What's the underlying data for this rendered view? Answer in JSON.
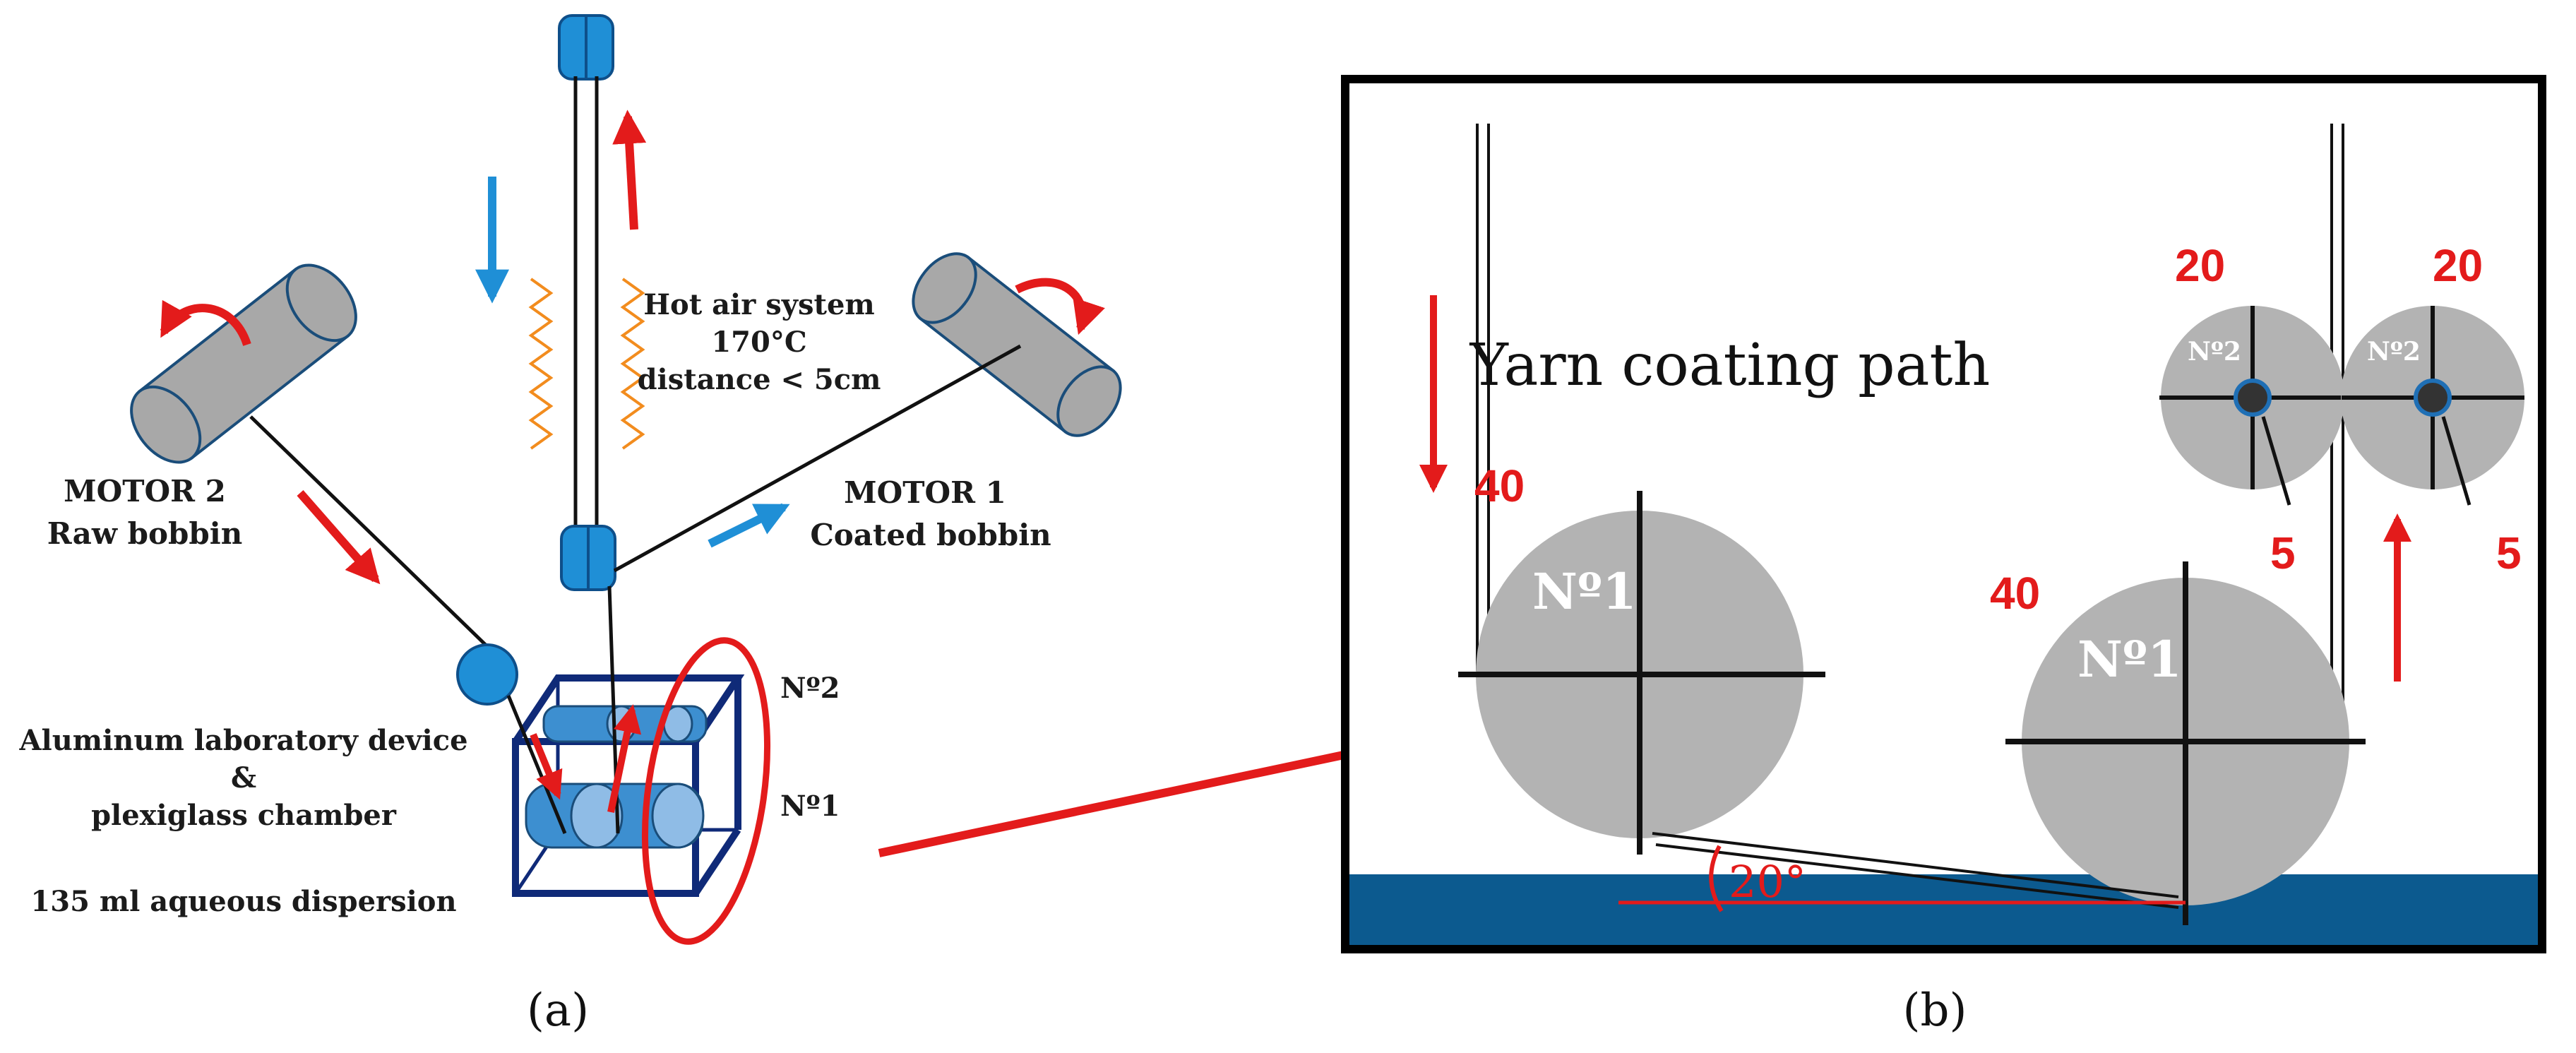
{
  "panel_a": {
    "caption": "(a)",
    "motor2": {
      "title": "MOTOR 2",
      "subtitle": "Raw bobbin"
    },
    "motor1": {
      "title": "MOTOR 1",
      "subtitle": "Coated bobbin"
    },
    "hot_air": {
      "line1": "Hot air system",
      "line2": "170°C",
      "line3": "distance < 5cm"
    },
    "device": {
      "line1": "Aluminum laboratory device",
      "line2": "&",
      "line3": "plexiglass chamber",
      "line4": "135 ml aqueous dispersion"
    },
    "roller_labels": {
      "no2": "Nº2",
      "no1": "Nº1"
    }
  },
  "panel_b": {
    "caption": "(b)",
    "title": "Yarn coating path",
    "left_roller": {
      "size": "40",
      "label": "Nº1"
    },
    "right_roller": {
      "size": "40",
      "label": "Nº1"
    },
    "small_roller_left": {
      "size": "20",
      "label": "Nº2",
      "hub": "5"
    },
    "small_roller_right": {
      "size": "20",
      "label": "Nº2",
      "hub": "5"
    },
    "angle": "20°"
  },
  "colors": {
    "red": "#e31b1b",
    "blue": "#1f8fd6",
    "dark_navy": "#0f2a78",
    "gray": "#b3b3b3",
    "liquid": "#0c5a8f",
    "orange": "#f28c1e"
  }
}
